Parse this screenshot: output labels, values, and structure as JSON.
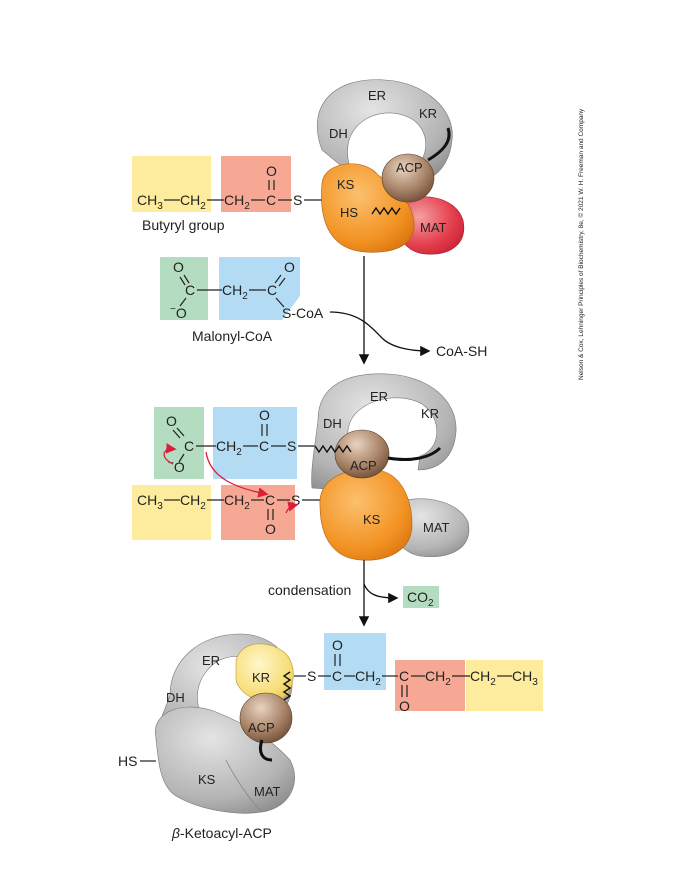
{
  "labels": {
    "butyryl_group": "Butyryl group",
    "malonyl_coa": "Malonyl-CoA",
    "coa_sh": "CoA-SH",
    "condensation": "condensation",
    "co2": "CO",
    "co2_sub": "2",
    "product": "-Ketoacyl-ACP",
    "product_beta": "β",
    "credit": "Nelson & Cox, Lehninger Principles of Biochemistry, 8e, © 2021 W. H. Freeman and Company"
  },
  "domains": {
    "er": "ER",
    "kr": "KR",
    "dh": "DH",
    "ks": "KS",
    "acp": "ACP",
    "mat": "MAT",
    "hs": "HS"
  },
  "chem": {
    "ch3": "CH",
    "ch3_sub": "3",
    "ch2": "CH",
    "ch2_sub": "2",
    "c": "C",
    "o": "O",
    "s": "S",
    "s_coa": "S-CoA",
    "o_minus": "O",
    "minus": "−",
    "hs_dash": "HS"
  },
  "colors": {
    "yellow": "#fdec9d",
    "salmon": "#f7a894",
    "green": "#b4dcc0",
    "blue": "#b3dcf4",
    "orange": "#f59a32",
    "red": "#e6394a",
    "acp_brown": "#a17a5e",
    "kr_yellow": "#f8e08a",
    "gray": "#b8b8b8",
    "co2_bg": "#b4dcc0"
  }
}
